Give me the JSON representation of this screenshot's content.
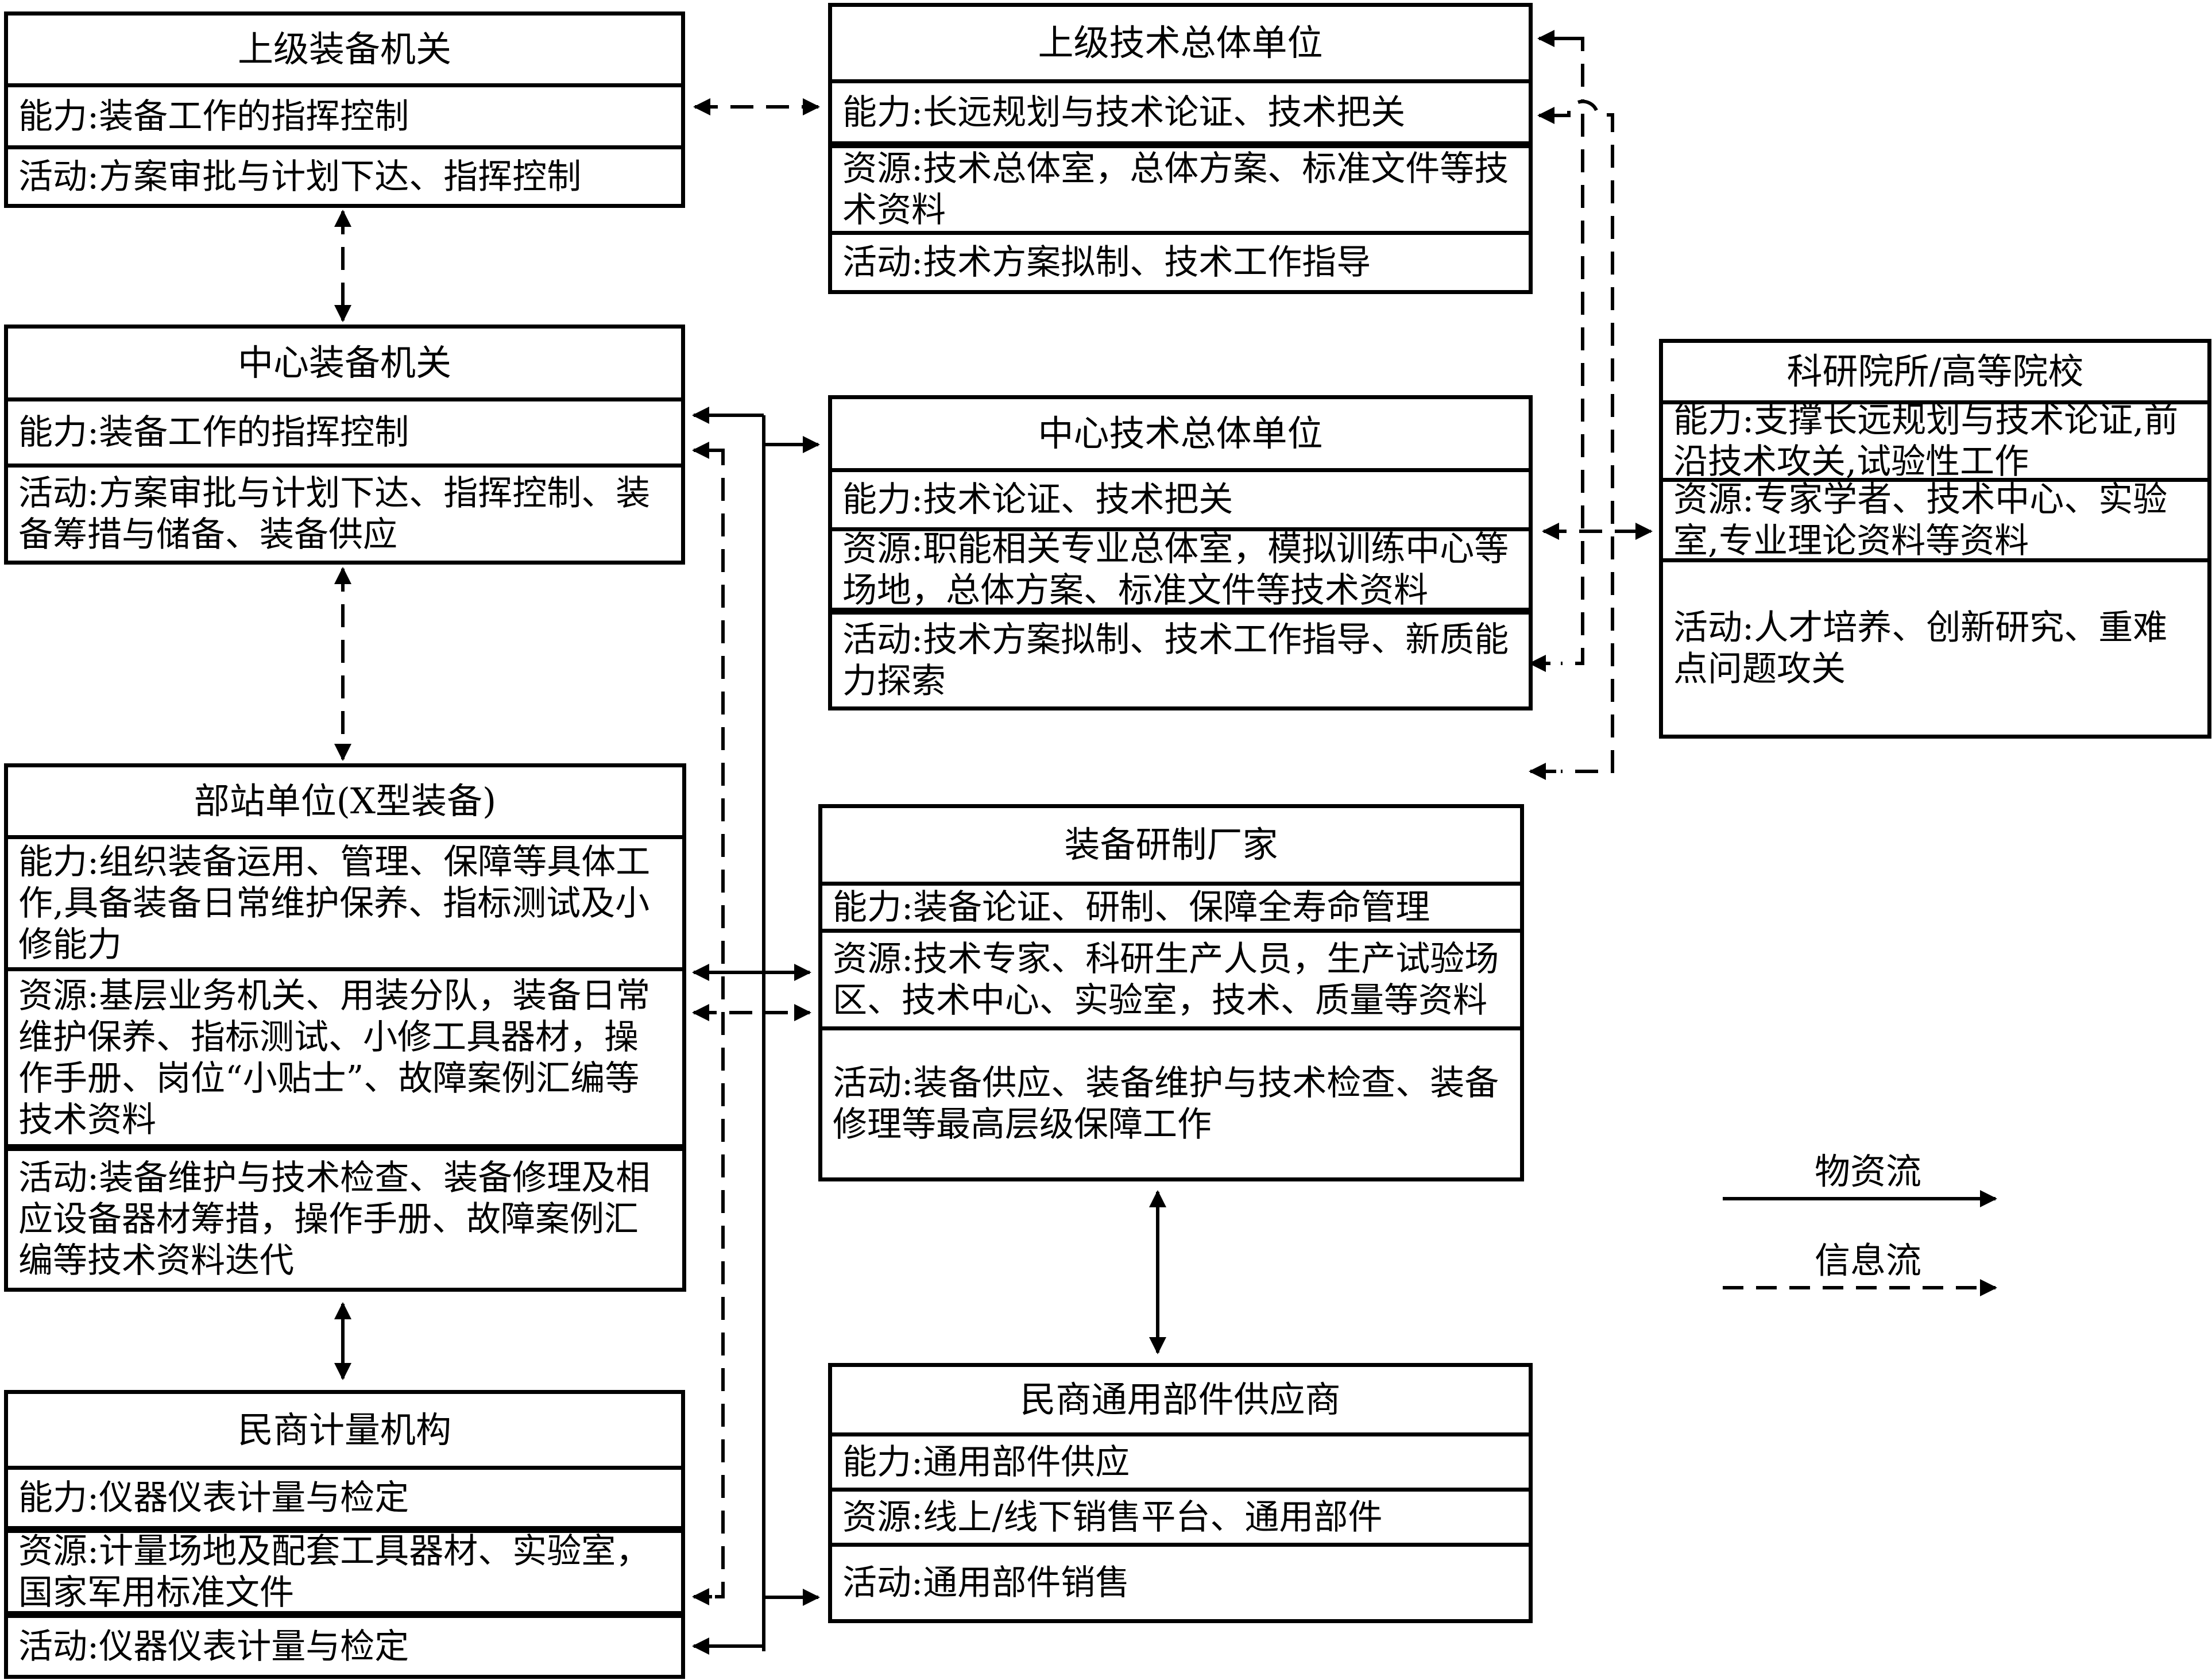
{
  "boxes": {
    "upper_equipment_office": {
      "title": "上级装备机关",
      "capability": "能力:装备工作的指挥控制",
      "activity": "活动:方案审批与计划下达、指挥控制"
    },
    "upper_tech_unit": {
      "title": "上级技术总体单位",
      "capability": "能力:长远规划与技术论证、技术把关",
      "resource": "资源:技术总体室，总体方案、标准文件等技术资料",
      "activity": "活动:技术方案拟制、技术工作指导"
    },
    "center_equipment_office": {
      "title": "中心装备机关",
      "capability": "能力:装备工作的指挥控制",
      "activity": "活动:方案审批与计划下达、指挥控制、装备筹措与储备、装备供应"
    },
    "center_tech_unit": {
      "title": "中心技术总体单位",
      "capability": "能力:技术论证、技术把关",
      "resource": "资源:职能相关专业总体室，模拟训练中心等场地，总体方案、标准文件等技术资料",
      "activity": "活动:技术方案拟制、技术工作指导、新质能力探索"
    },
    "research_institutes": {
      "title": "科研院所/高等院校",
      "capability": "能力:支撑长远规划与技术论证,前沿技术攻关,试验性工作",
      "resource": "资源:专家学者、技术中心、实验室,专业理论资料等资料",
      "activity": "活动:人才培养、创新研究、重难点问题攻关"
    },
    "station_unit": {
      "title": "部站单位(X型装备)",
      "capability": "能力:组织装备运用、管理、保障等具体工作,具备装备日常维护保养、指标测试及小修能力",
      "resource": "资源:基层业务机关、用装分队，装备日常维护保养、指标测试、小修工具器材，操作手册、岗位“小贴士”、故障案例汇编等技术资料",
      "activity": "活动:装备维护与技术检查、装备修理及相应设备器材筹措，操作手册、故障案例汇编等技术资料迭代"
    },
    "manufacturer": {
      "title": "装备研制厂家",
      "capability": "能力:装备论证、研制、保障全寿命管理",
      "resource": "资源:技术专家、科研生产人员，生产试验场区、技术中心、实验室，技术、质量等资料",
      "activity": "活动:装备供应、装备维护与技术检查、装备修理等最高层级保障工作"
    },
    "metrology_agency": {
      "title": "民商计量机构",
      "capability": "能力:仪器仪表计量与检定",
      "resource": "资源:计量场地及配套工具器材、实验室，国家军用标准文件",
      "activity": "活动:仪器仪表计量与检定"
    },
    "parts_supplier": {
      "title": "民商通用部件供应商",
      "capability": "能力:通用部件供应",
      "resource": "资源:线上/线下销售平台、通用部件",
      "activity": "活动:通用部件销售"
    }
  },
  "legend": {
    "material_flow": "物资流",
    "information_flow": "信息流"
  }
}
